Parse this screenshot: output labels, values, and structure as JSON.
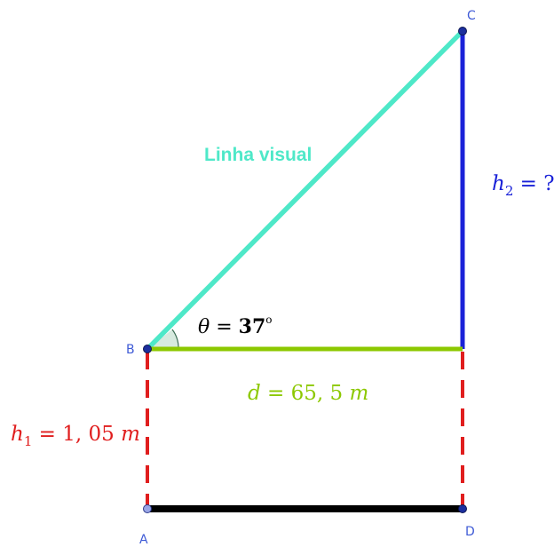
{
  "colors": {
    "sight_line": "#4ee8c8",
    "height_unknown": "#1a22d8",
    "distance": "#8cc800",
    "observer_height": "#e01e1e",
    "ground": "#000000",
    "point_label": "#3f5bd6",
    "angle_fill": "#d7eadf"
  },
  "points": {
    "A": "A",
    "B": "B",
    "C": "C",
    "D": "D"
  },
  "labels": {
    "sight_line": "Linha visual",
    "angle": {
      "lhs": "θ",
      "eq": " = ",
      "value": "37",
      "unit": "o"
    },
    "h2": {
      "var": "h",
      "sub": "2",
      "eq": " = ?"
    },
    "distance": {
      "var": "d",
      "eq": " = ",
      "value": "65, 5",
      "unit": " m"
    },
    "h1": {
      "var": "h",
      "sub": "1",
      "eq": " = ",
      "value": "1, 05",
      "unit": " m"
    }
  }
}
